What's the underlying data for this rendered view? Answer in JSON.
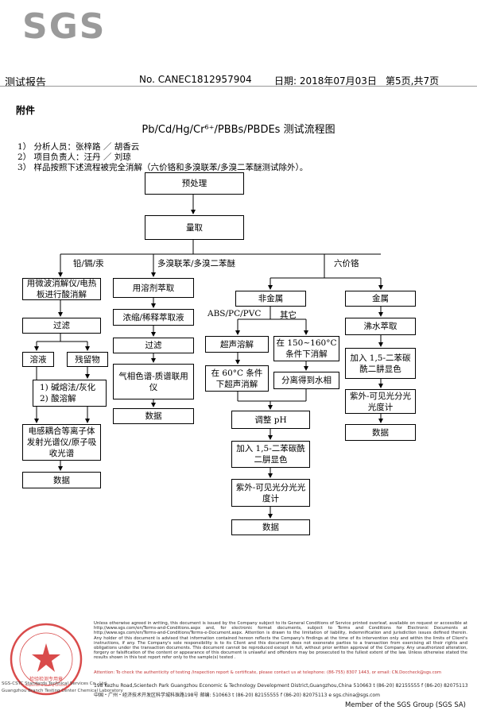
{
  "logo": {
    "text": "SGS"
  },
  "header": {
    "title": "测试报告",
    "report_no": "No. CANEC1812957904",
    "date": "日期: 2018年07月03日",
    "page": "第5页,共7页"
  },
  "appendix": "附件",
  "chart_title": "Pb/Cd/Hg/Cr⁶⁺/PBBs/PBDEs 测试流程图",
  "notes": [
    "1） 分析人员：张梓路 ／ 胡香云",
    "2） 项目负责人：汪丹 ／ 刘琼",
    "3） 样品按照下述流程被完全消解（六价铬和多溴联苯/多溴二苯醚测试除外）。"
  ],
  "flow": {
    "pretreat": "预处理",
    "measure": "量取",
    "branch_metals": "铅/镉/汞",
    "branch_pbb": "多溴联苯/多溴二苯醚",
    "branch_cr": "六价铬",
    "m1": "用微波消解仪/电热板进行酸消解",
    "m2": "过滤",
    "m3a": "溶液",
    "m3b": "残留物",
    "m4_1": "1)  碱熔法/灰化",
    "m4_2": "2)  酸溶解",
    "m5": "电感耦合等离子体发射光谱仪/原子吸收光谱",
    "m6": "数据",
    "p1": "用溶剂萃取",
    "p2": "浓缩/稀释萃取液",
    "p3": "过滤",
    "p4": "气相色谱-质谱联用仪",
    "p5": "数据",
    "c_nonmetal": "非金属",
    "c_abs": "ABS/PC/PVC",
    "c_other": "其它",
    "c_ultra": "超声溶解",
    "c_150": "在 150~160°C 条件下消解",
    "c_60": "在 60°C 条件下超声消解",
    "c_sep": "分离得到水相",
    "c_ph": "调整 pH",
    "c_add1": "加入 1,5-二苯碳酰二肼显色",
    "c_uv1": "紫外-可见光分光光度计",
    "c_data1": "数据",
    "c_metal": "金属",
    "c_boil": "沸水萃取",
    "c_add2": "加入 1,5-二苯碳酰二肼显色",
    "c_uv2": "紫外-可见光分光光度计",
    "c_data2": "数据"
  },
  "footer": {
    "disclaimer": "Unless otherwise agreed in writing, this document is issued by the Company subject to its General Conditions of Service printed overleaf, available on request or accessible at http://www.sgs.com/en/Terms-and-Conditions.aspx and, for electronic format documents, subject to Terms and Conditions for Electronic Documents at http://www.sgs.com/en/Terms-and-Conditions/Terms-e-Document.aspx. Attention is drawn to the limitation of liability, indemnification and jurisdiction issues defined therein. Any holder of this document is advised that information contained hereon reflects the Company's findings at the time of its intervention only and within the limits of Client's instructions, if any. The Company's sole responsibility is to its Client and this document does not exonerate parties to a transaction from exercising all their rights and obligations under the transaction documents. This document cannot be reproduced except in full, without prior written approval of the Company. Any unauthorized alteration, forgery or falsification of the content or appearance of this document is unlawful and offenders may be prosecuted to the fullest extent of the law. Unless otherwise stated the results shown in this test report refer only to the sample(s) tested .",
    "attention": "Attention: To check the authenticity of testing /inspection report & certificate, please contact us at telephone: (86-755) 8307 1443, or email: CN.Doccheck@sgs.com",
    "addr_en": "198 Kezhu Road,Scientech Park Guangzhou Economic & Technology Development District,Guangzhou,China   510663   t (86-20) 82155555   f (86-20) 82075113   www.sgsgroup.com.cn",
    "addr_cn": "中国・广州・经济技术开发区科学城科珠路198号                    邮编: 510663   t (86-20) 82155555   f (86-20) 82075113   e sgs.china@sgs.com",
    "lab_name": "SGS-CSTC Standards Technical Services Co., Ltd.",
    "lab_branch": "Guangzhou Branch Testing Center Chemical Laboratory",
    "seal_text": "检验检测专用章",
    "seal_sub": "Inspection & Testing Services",
    "member": "Member of the SGS Group (SGS SA)"
  }
}
